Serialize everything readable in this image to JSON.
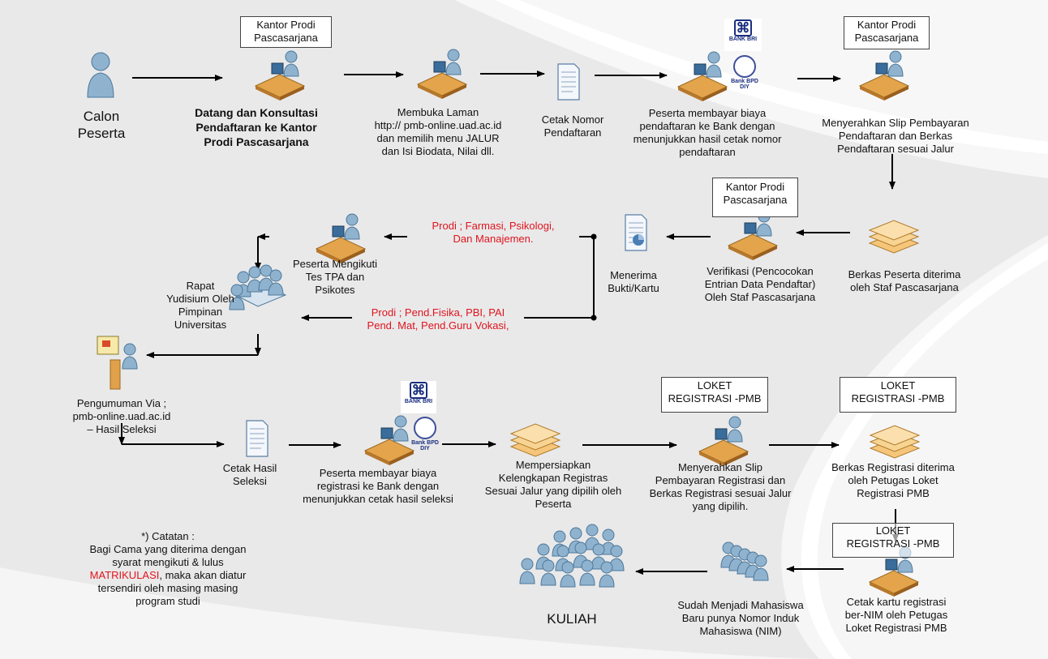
{
  "steps": {
    "calon": "Calon\nPeserta",
    "datang": "Datang dan Konsultasi\nPendaftaran ke Kantor\nProdi Pascasarjana",
    "membuka": "Membuka Laman\nhttp:// pmb-online.uad.ac.id\ndan memilih menu JALUR\ndan Isi Biodata, Nilai dll.",
    "cetak_nomor": "Cetak Nomor\nPendaftaran",
    "bayar_daftar": "Peserta membayar biaya\npendaftaran ke Bank dengan\nmenunjukkan hasil cetak nomor\npendaftaran",
    "serah_slip": "Menyerahkan Slip Pembayaran\nPendaftaran dan Berkas\nPendaftaran sesuai Jalur",
    "berkas_diterima": "Berkas Peserta diterima\noleh Staf Pascasarjana",
    "verifikasi": "Verifikasi (Pencocokan\nEntrian Data Pendaftar)\nOleh Staf Pascasarjana",
    "menerima": "Menerima\nBukti/Kartu",
    "tes": "Peserta Mengikuti\nTes TPA dan\nPsikotes",
    "rapat": "Rapat\nYudisium Oleh\nPimpinan\nUniversitas",
    "pengumuman": "Pengumuman Via ;\npmb-online.uad.ac.id\n– Hasil Seleksi",
    "cetak_hasil": "Cetak Hasil\nSeleksi",
    "bayar_reg": "Peserta membayar biaya\nregistrasi ke Bank dengan\nmenunjukkan cetak hasil seleksi",
    "mempersiapkan": "Mempersiapkan\nKelengkapan Registras\nSesuai Jalur yang dipilih oleh\nPeserta",
    "serah_reg": "Menyerahkan Slip\nPembayaran Registrasi dan\nBerkas Registrasi sesuai Jalur\nyang dipilih.",
    "berkas_reg": "Berkas Registrasi diterima\noleh Petugas Loket\nRegistrasi  PMB",
    "cetak_kartu": "Cetak kartu registrasi\nber-NIM  oleh Petugas\nLoket Registrasi PMB",
    "mahasiswa": "Sudah Menjadi Mahasiswa\nBaru punya Nomor Induk\nMahasiswa (NIM)",
    "kuliah": "KULIAH"
  },
  "boxes": {
    "kantor": "Kantor Prodi\nPascasarjana",
    "loket": "LOKET\nREGISTRASI -PMB"
  },
  "branches": {
    "upper": "Prodi ; Farmasi, Psikologi,\nDan Manajemen.",
    "lower": "Prodi ; Pend.Fisika, PBI, PAI\nPend. Mat, Pend.Guru Vokasi,"
  },
  "catatan": {
    "line1": "*) Catatan :\nBagi Cama yang diterima dengan\nsyarat mengikuti & lulus",
    "highlight": "MATRIKULASI",
    "line2": ", maka akan diatur\ntersendiri oleh masing masing\nprogram studi"
  },
  "banks": {
    "bri": "BANK BRI",
    "bpd": "Bank BPD DIY"
  },
  "colors": {
    "accent_red": "#e0141c",
    "arrow": "#000000",
    "swoosh": "#ffffff",
    "background": "#e9e9ea"
  }
}
